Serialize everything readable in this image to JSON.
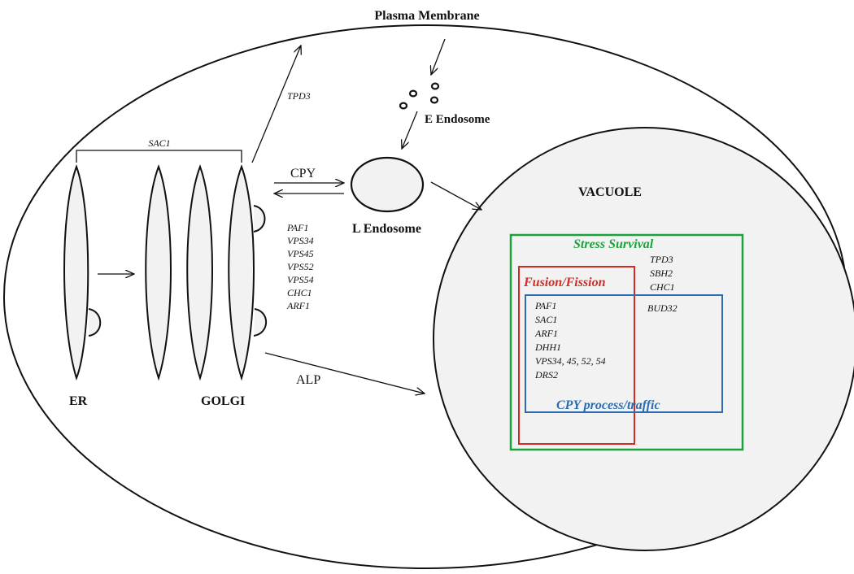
{
  "labels": {
    "plasma_membrane": "Plasma Membrane",
    "e_endosome": "E Endosome",
    "l_endosome": "L Endosome",
    "vacuole": "VACUOLE",
    "er": "ER",
    "golgi": "GOLGI",
    "cpy": "CPY",
    "alp": "ALP",
    "tpd3": "TPD3",
    "sac1": "SAC1"
  },
  "golgi_genes": [
    "PAF1",
    "VPS34",
    "VPS45",
    "VPS52",
    "VPS54",
    "CHC1",
    "ARF1"
  ],
  "venn": {
    "stress": {
      "title": "Stress Survival",
      "color": "#1aa33b",
      "genes": [
        "TPD3",
        "SBH2",
        "CHC1"
      ]
    },
    "fusion": {
      "title": "Fusion/Fission",
      "color": "#d42a24",
      "genes": [
        "PAF1",
        "SAC1",
        "ARF1",
        "DHH1",
        "VPS34, 45, 52, 54",
        "DRS2"
      ]
    },
    "cpy": {
      "title": "CPY process/traffic",
      "color": "#2b6cb0",
      "genes": [
        "BUD32"
      ]
    }
  }
}
